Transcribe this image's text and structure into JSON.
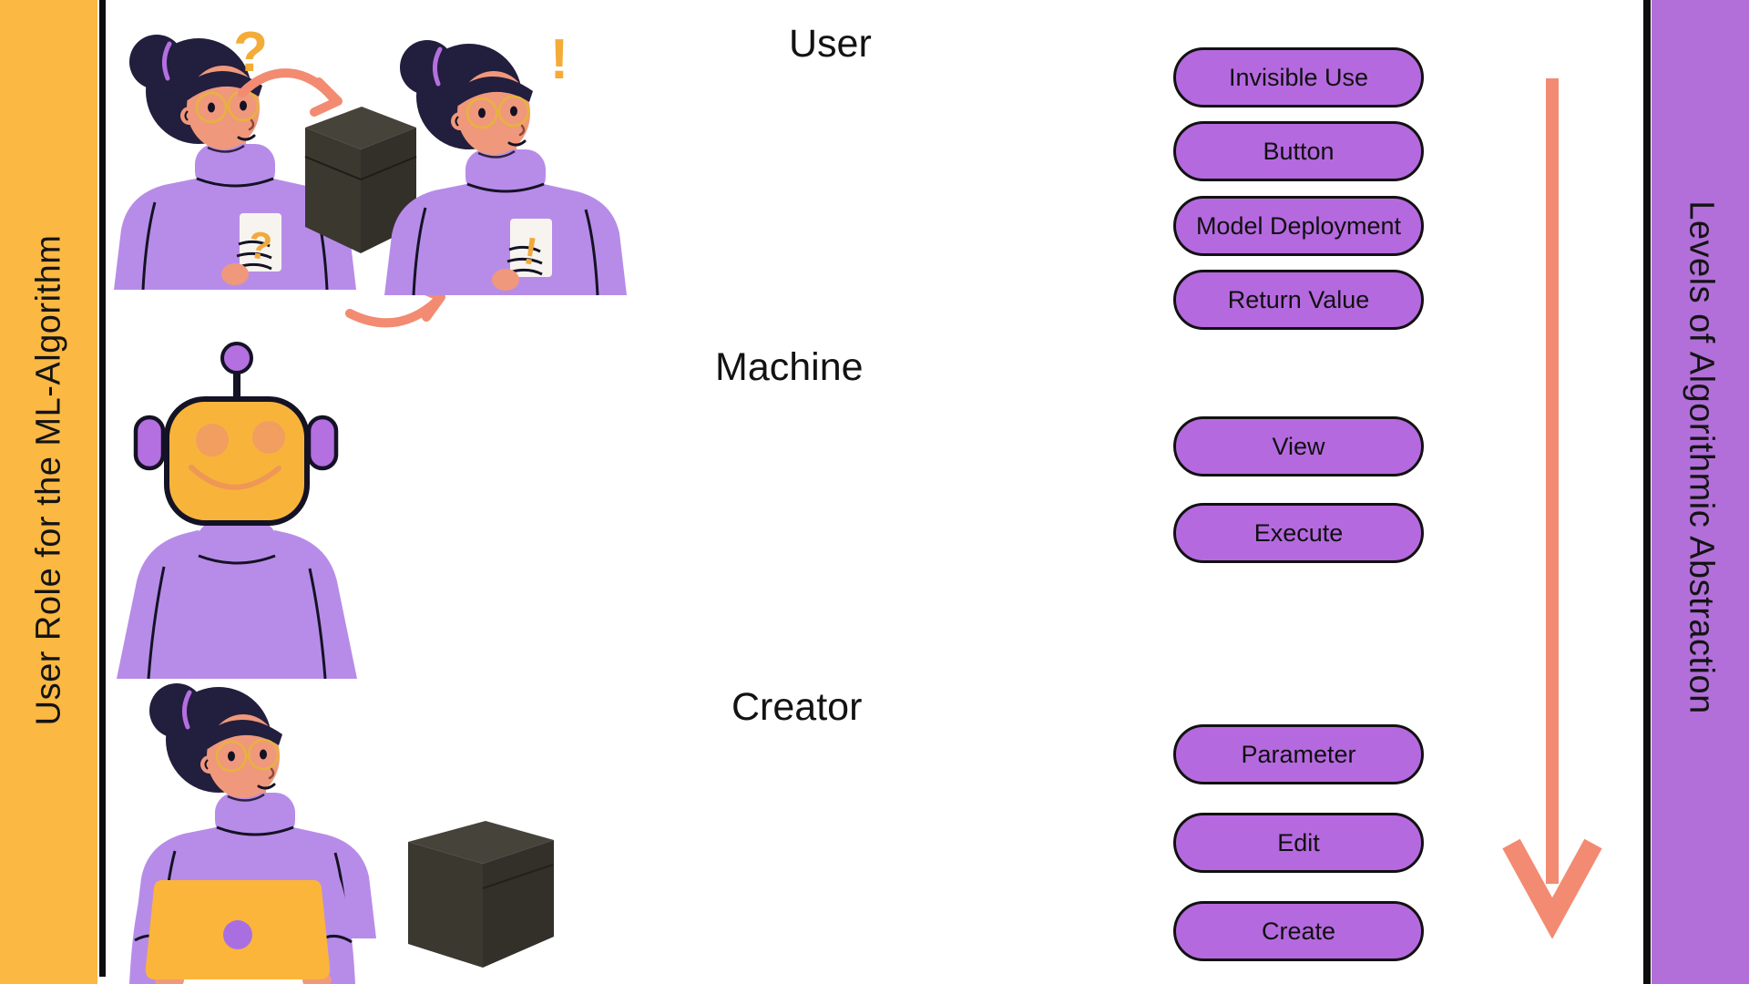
{
  "title_banners": {
    "left": {
      "label": "User Role for the ML-Algorithm",
      "bg": "#FBB843"
    },
    "right": {
      "label": "Levels of Algorithmic Abstraction",
      "bg": "#B26FD9"
    }
  },
  "roles": [
    {
      "name": "User"
    },
    {
      "name": "Machine"
    },
    {
      "name": "Creator"
    }
  ],
  "levels": {
    "user": [
      "Invisible Use",
      "Button",
      "Model Deployment",
      "Return Value"
    ],
    "machine": [
      "View",
      "Execute"
    ],
    "creator": [
      "Parameter",
      "Edit",
      "Create"
    ]
  },
  "glyphs": {
    "question": "?",
    "exclamation": "!"
  },
  "arrow": {
    "direction": "down"
  },
  "colors": {
    "pill": "#B569DF",
    "arrow": "#F28B72",
    "banner_yellow": "#FBB843",
    "banner_purple": "#B26FD9",
    "black_box": "#3B3830",
    "sweater": "#B78CE8",
    "skin": "#F0987C",
    "robot_face": "#F8B43A",
    "laptop": "#FBB53B"
  }
}
